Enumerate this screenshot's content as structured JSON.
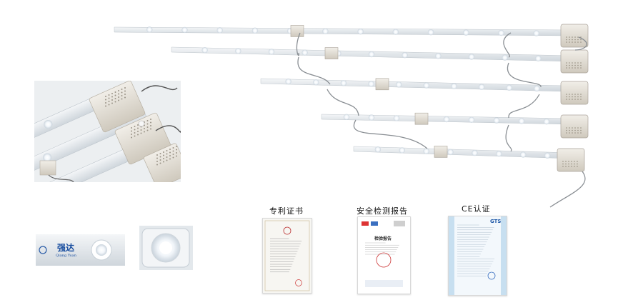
{
  "certificates": [
    {
      "title": "专利证书"
    },
    {
      "title": "安全检测报告",
      "doc_heading": "检验报告"
    },
    {
      "title": "CE认证",
      "logo": "GTS"
    }
  ],
  "module_brand": {
    "chinese": "强达",
    "pinyin": "Qiang Yuan"
  },
  "strips": {
    "count": 5,
    "leds_visible": 12
  },
  "colors": {
    "strip": "#e8ecef",
    "module": "#dcd7cc",
    "led": "#ffffff",
    "wire": "#8a8f94",
    "text_blue": "#1a4fa0",
    "cert_blue": "#c7dff0"
  }
}
